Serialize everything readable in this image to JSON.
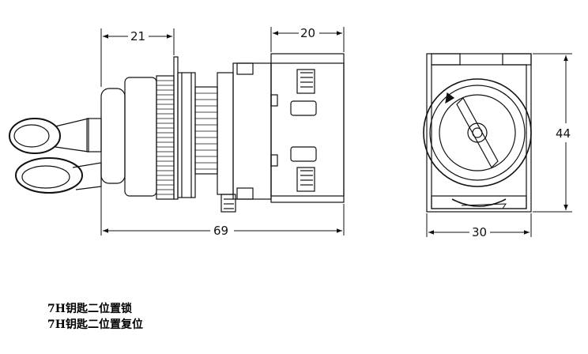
{
  "dimensions": {
    "side_top_left": "21",
    "side_top_right": "20",
    "side_bottom": "69",
    "front_height": "44",
    "front_width": "30"
  },
  "captions": [
    "7H钥匙二位置锁",
    "7H钥匙二位置复位"
  ]
}
